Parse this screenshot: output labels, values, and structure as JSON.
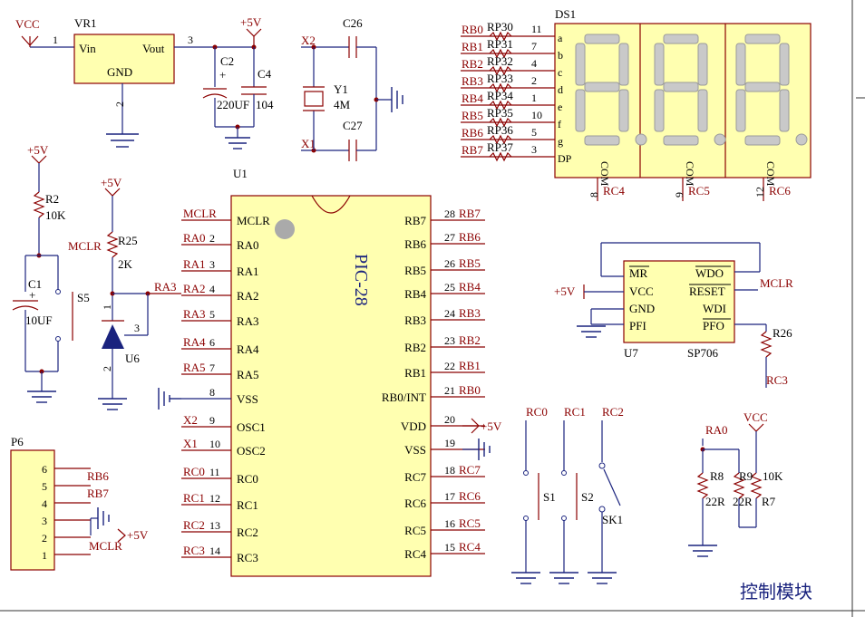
{
  "title": "控制模块",
  "vr1": {
    "designator": "VR1",
    "vin": "Vin",
    "vout": "Vout",
    "gnd": "GND",
    "pin1": "1",
    "pin2": "2",
    "pin3": "3",
    "vcc": "VCC"
  },
  "caps_power": {
    "c2": "C2",
    "c2_val": "220UF",
    "c4": "C4",
    "c4_val": "104",
    "plus5v": "+5V"
  },
  "crystal": {
    "x1": "X1",
    "x2": "X2",
    "y1": "Y1",
    "freq": "4M",
    "c26": "C26",
    "c27": "C27"
  },
  "u1_label": "U1",
  "mcu": {
    "name": "PIC-28",
    "left_pins": [
      {
        "num": "",
        "name": "MCLR",
        "net": "MCLR"
      },
      {
        "num": "2",
        "name": "RA0",
        "net": "RA0"
      },
      {
        "num": "3",
        "name": "RA1",
        "net": "RA1"
      },
      {
        "num": "4",
        "name": "RA2",
        "net": "RA2"
      },
      {
        "num": "5",
        "name": "RA3",
        "net": "RA3"
      },
      {
        "num": "6",
        "name": "RA4",
        "net": "RA4"
      },
      {
        "num": "7",
        "name": "RA5",
        "net": "RA5"
      },
      {
        "num": "8",
        "name": "VSS",
        "net": ""
      },
      {
        "num": "9",
        "name": "OSC1",
        "net": "X2"
      },
      {
        "num": "10",
        "name": "OSC2",
        "net": "X1"
      },
      {
        "num": "11",
        "name": "RC0",
        "net": "RC0"
      },
      {
        "num": "12",
        "name": "RC1",
        "net": "RC1"
      },
      {
        "num": "13",
        "name": "RC2",
        "net": "RC2"
      },
      {
        "num": "14",
        "name": "RC3",
        "net": "RC3"
      }
    ],
    "right_pins": [
      {
        "num": "28",
        "name": "RB7",
        "net": "RB7"
      },
      {
        "num": "27",
        "name": "RB6",
        "net": "RB6"
      },
      {
        "num": "26",
        "name": "RB5",
        "net": "RB5"
      },
      {
        "num": "25",
        "name": "RB4",
        "net": "RB4"
      },
      {
        "num": "24",
        "name": "RB3",
        "net": "RB3"
      },
      {
        "num": "23",
        "name": "RB2",
        "net": "RB2"
      },
      {
        "num": "22",
        "name": "RB1",
        "net": "RB1"
      },
      {
        "num": "21",
        "name": "RB0/INT",
        "net": "RB0"
      },
      {
        "num": "20",
        "name": "VDD",
        "net": "+5V"
      },
      {
        "num": "19",
        "name": "VSS",
        "net": ""
      },
      {
        "num": "18",
        "name": "RC7",
        "net": "RC7"
      },
      {
        "num": "17",
        "name": "RC6",
        "net": "RC6"
      },
      {
        "num": "16",
        "name": "RC5",
        "net": "RC5"
      },
      {
        "num": "15",
        "name": "RC4",
        "net": "RC4"
      }
    ]
  },
  "reset": {
    "plus5v": "+5V",
    "r2": "R2",
    "r2_val": "10K",
    "mclr": "MCLR",
    "c1": "C1",
    "c1_val": "10UF",
    "s5": "S5"
  },
  "u6": {
    "plus5v": "+5V",
    "r25": "R25",
    "r25_val": "2K",
    "ra3": "RA3",
    "u6": "U6",
    "p1": "1",
    "p2": "2",
    "p3": "3"
  },
  "display": {
    "designator": "DS1",
    "seg_nets": [
      "RB0",
      "RB1",
      "RB2",
      "RB3",
      "RB4",
      "RB5",
      "RB6",
      "RB7"
    ],
    "resistors": [
      "RP30",
      "RP31",
      "RP32",
      "RP33",
      "RP34",
      "RP35",
      "RP36",
      "RP37"
    ],
    "pin_nums": [
      "11",
      "7",
      "4",
      "2",
      "1",
      "10",
      "5",
      "3"
    ],
    "seg_names": [
      "a",
      "b",
      "c",
      "d",
      "e",
      "f",
      "g",
      "DP"
    ],
    "com_label": "COM",
    "digits": [
      {
        "pin": "8",
        "net": "RC4"
      },
      {
        "pin": "9",
        "net": "RC5"
      },
      {
        "pin": "12",
        "net": "RC6"
      }
    ]
  },
  "u7": {
    "designator": "U7",
    "part": "SP706",
    "mr": "MR",
    "vcc": "VCC",
    "gnd": "GND",
    "pfi": "PFI",
    "wdo": "WDO",
    "reset": "RESET",
    "wdi": "WDI",
    "pfo": "PFO",
    "plus5v": "+5V",
    "mclr": "MCLR",
    "r26": "R26",
    "rc3": "RC3"
  },
  "switches": {
    "rc0": "RC0",
    "rc1": "RC1",
    "rc2": "RC2",
    "s1": "S1",
    "s2": "S2",
    "sk1": "SK1"
  },
  "resnet": {
    "ra0": "RA0",
    "vcc": "VCC",
    "r8": "R8",
    "r8_val": "22R",
    "r9": "R9",
    "r9_val": "22R",
    "r7": "R7",
    "r7_val": "10K"
  },
  "p6": {
    "designator": "P6",
    "pins": [
      "6",
      "5",
      "4",
      "3",
      "2",
      "1"
    ],
    "rb6": "RB6",
    "rb7": "RB7",
    "plus5v": "+5V",
    "mclr": "MCLR"
  }
}
